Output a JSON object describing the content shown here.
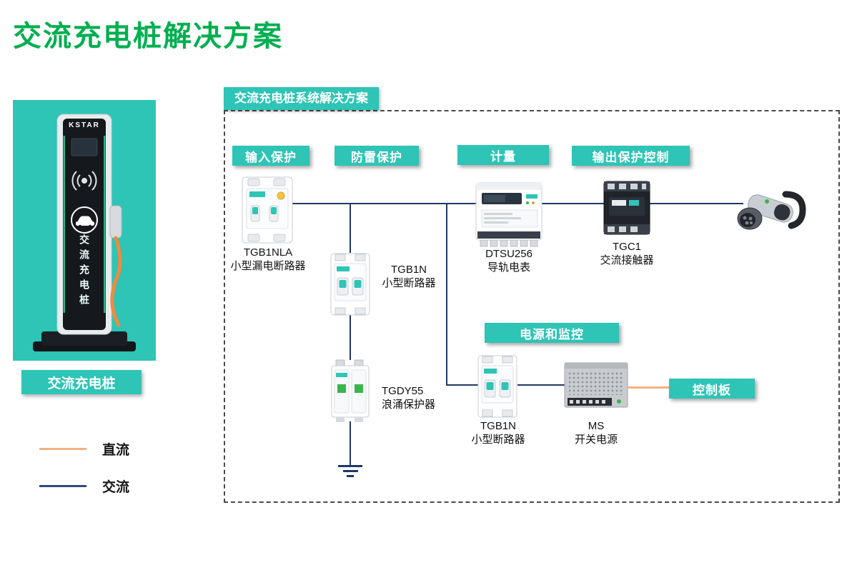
{
  "page": {
    "title": "交流充电桩解决方案"
  },
  "pile": {
    "brand": "KSTAR",
    "vertical_text": "交流充电桩",
    "caption": "交流充电桩"
  },
  "legend": {
    "dc": {
      "label": "直流",
      "color": "#F2B084"
    },
    "ac": {
      "label": "交流",
      "color": "#2F4B7C"
    }
  },
  "diagram": {
    "header": "交流充电桩系统解决方案",
    "labels": {
      "input_protection": "输入保护",
      "surge_protection": "防雷保护",
      "metering": "计量",
      "output_protection_control": "输出保护控制",
      "power_and_monitoring": "电源和监控",
      "control_board": "控制板"
    },
    "components": {
      "rcbo": {
        "model": "TGB1NLA",
        "name": "小型漏电断路器"
      },
      "mcb_top": {
        "model": "TGB1N",
        "name": "小型断路器"
      },
      "spd": {
        "model": "TGDY55",
        "name": "浪涌保护器"
      },
      "meter": {
        "model": "DTSU256",
        "name": "导轨电表"
      },
      "contactor": {
        "model": "TGC1",
        "name": "交流接触器"
      },
      "mcb_bottom": {
        "model": "TGB1N",
        "name": "小型断路器"
      },
      "psu": {
        "model": "MS",
        "name": "开关电源"
      }
    }
  },
  "colors": {
    "accent_teal": "#2EC4B6",
    "title_green": "#00AF50",
    "ac_line": "#203864",
    "dc_line": "#F2B084"
  }
}
